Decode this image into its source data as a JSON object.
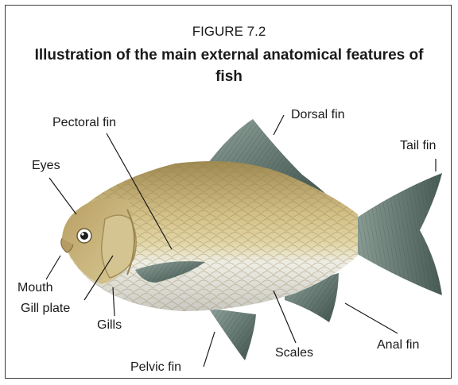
{
  "figure": {
    "number": "FIGURE 7.2",
    "title": "Illustration of the main external anatomical features of fish"
  },
  "labels": {
    "pectoral_fin": "Pectoral fin",
    "dorsal_fin": "Dorsal fin",
    "tail_fin": "Tail fin",
    "eyes": "Eyes",
    "mouth": "Mouth",
    "gill_plate": "Gill plate",
    "gills": "Gills",
    "scales": "Scales",
    "anal_fin": "Anal fin",
    "pelvic_fin": "Pelvic fin"
  },
  "colors": {
    "frame": "#3a3a3a",
    "body_top": "#a9925a",
    "body_mid": "#d9c892",
    "belly": "#f1f1ec",
    "fin": "#586d66",
    "fin_light": "#a9b7b1"
  }
}
